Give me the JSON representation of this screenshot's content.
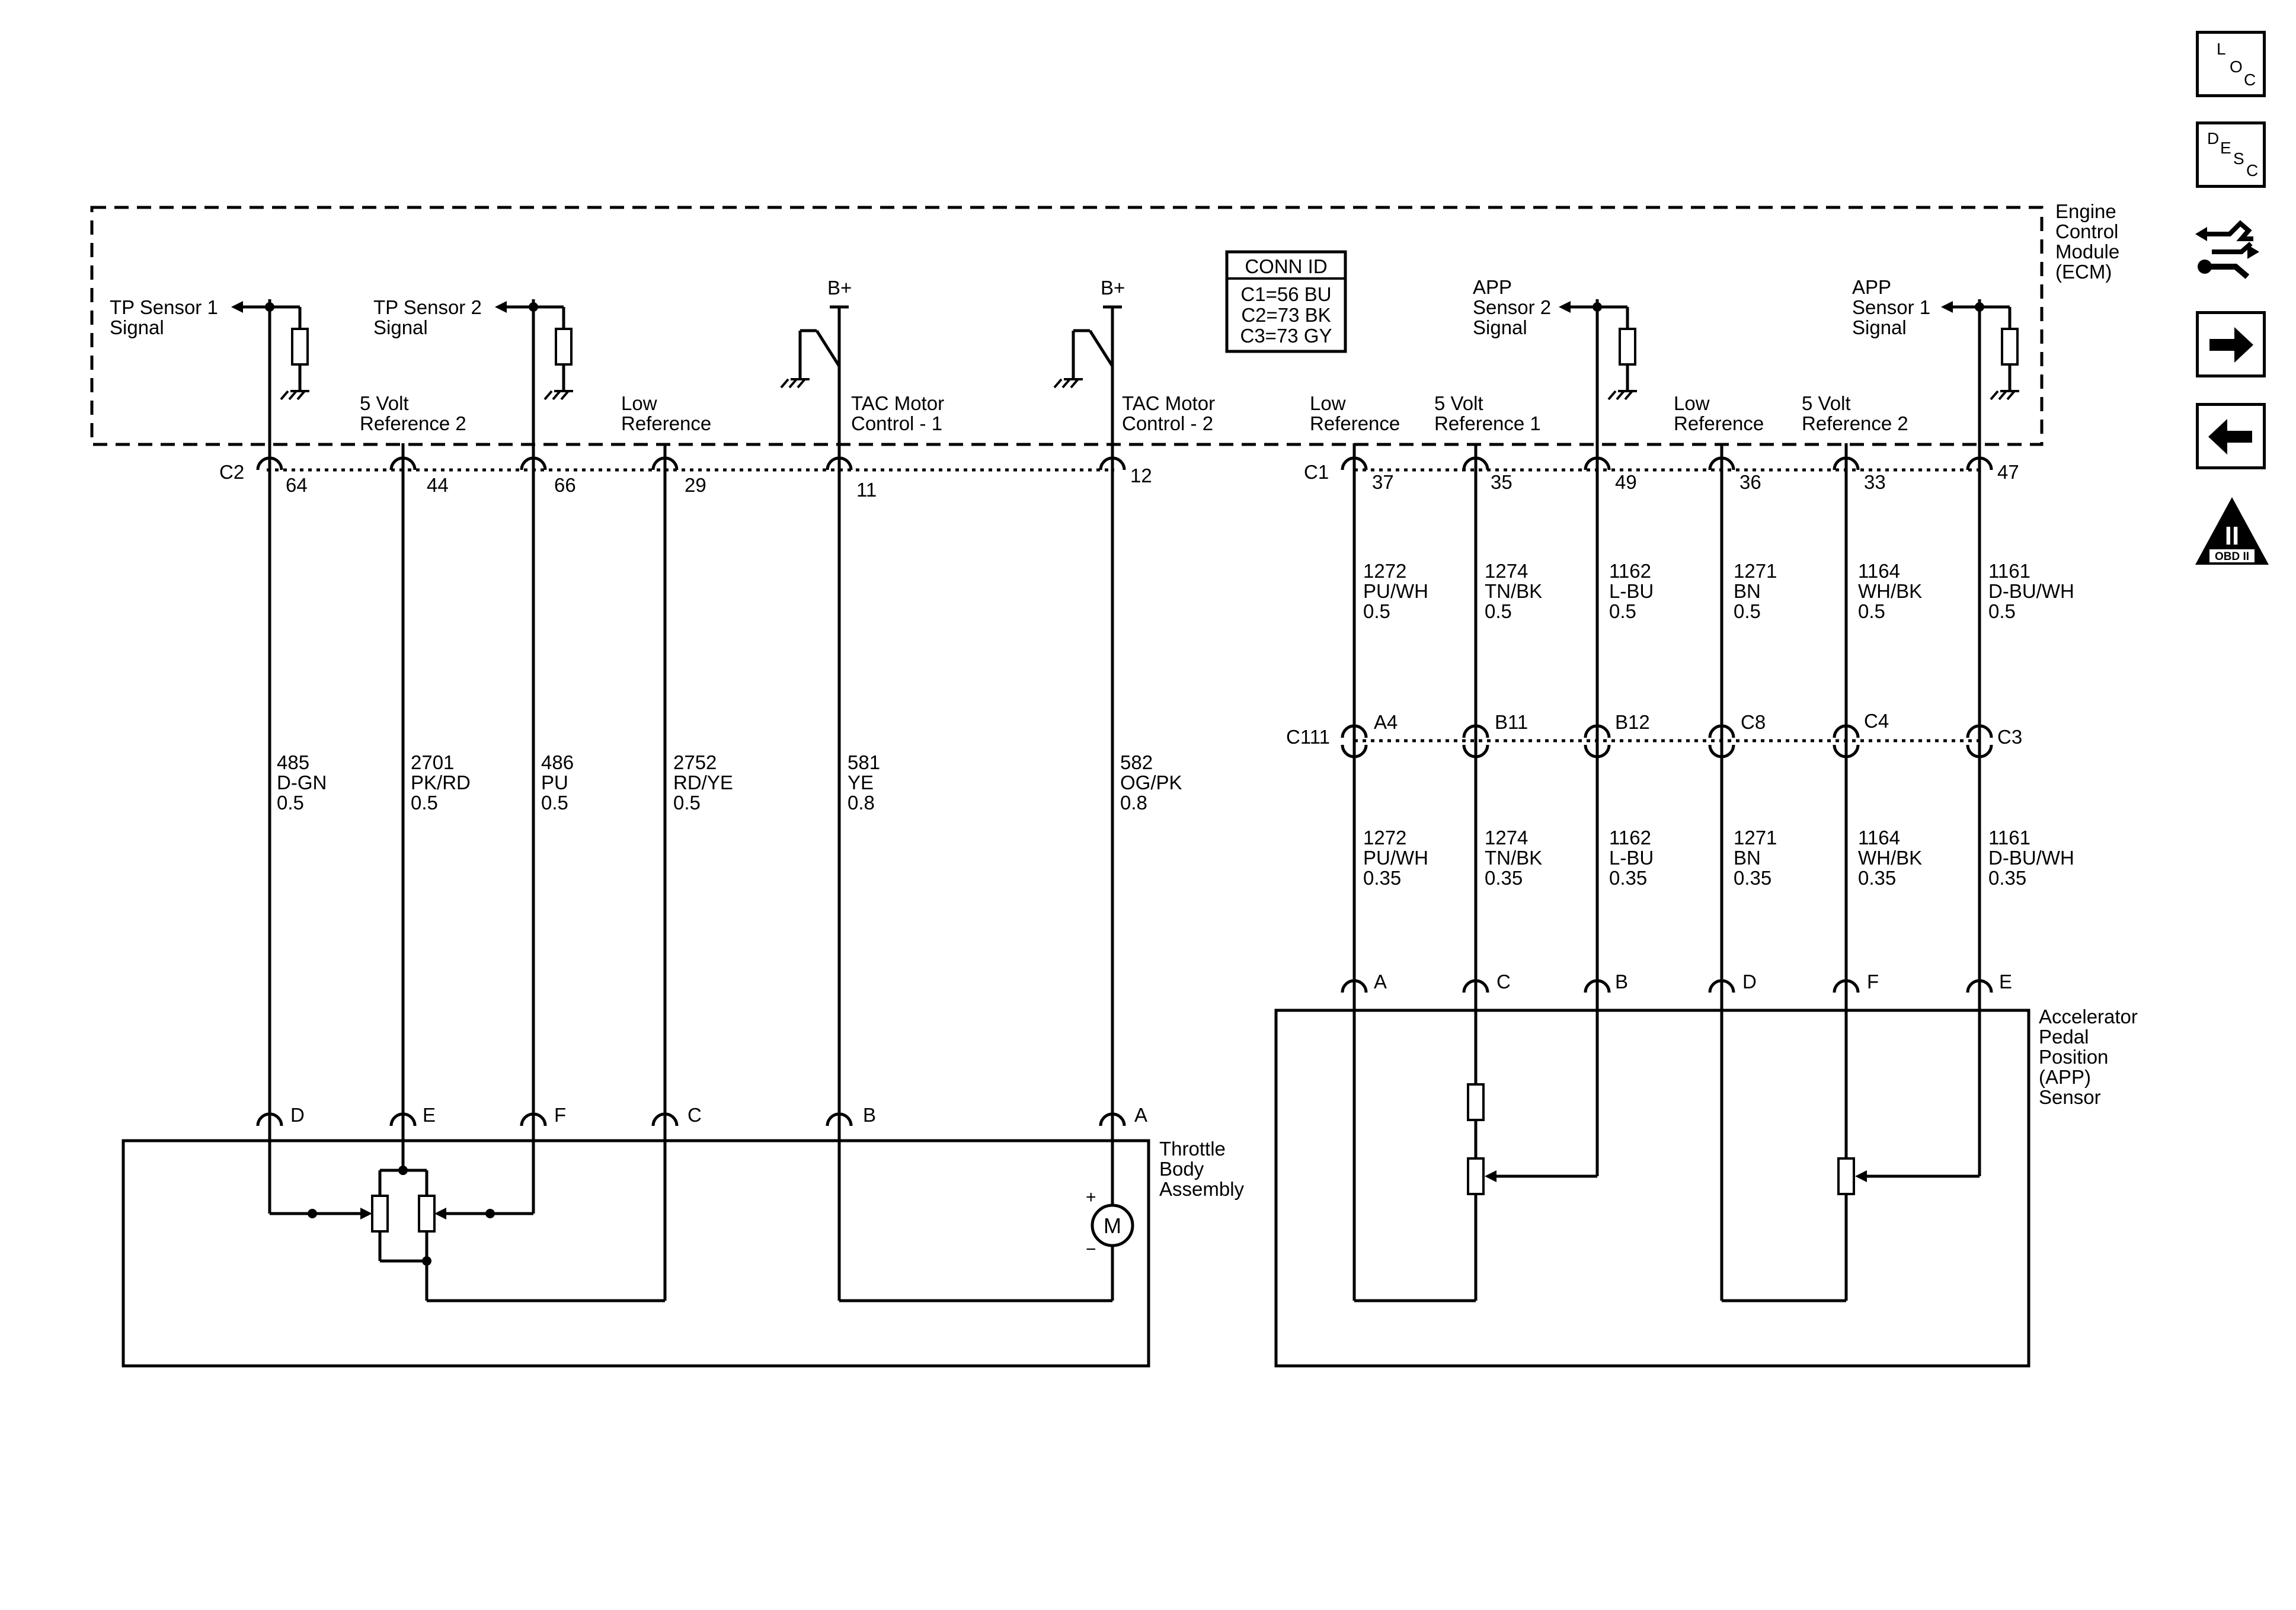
{
  "ecm": {
    "name": [
      "Engine",
      "Control",
      "Module",
      "(ECM)"
    ],
    "conn_id": {
      "title": "CONN ID",
      "lines": [
        "C1=56 BU",
        "C2=73 BK",
        "C3=73 GY"
      ]
    },
    "b_plus": "B+"
  },
  "connectors": {
    "c2": "C2",
    "c1": "C1",
    "c111": "C111"
  },
  "left_circuits": [
    {
      "func": [
        "TP Sensor 1",
        "Signal"
      ],
      "pin": "64",
      "wire": [
        "485",
        "D-GN",
        "0.5"
      ],
      "tb_pin": "D"
    },
    {
      "func": [
        "5 Volt",
        "Reference 2"
      ],
      "pin": "44",
      "wire": [
        "2701",
        "PK/RD",
        "0.5"
      ],
      "tb_pin": "E"
    },
    {
      "func": [
        "TP Sensor 2",
        "Signal"
      ],
      "pin": "66",
      "wire": [
        "486",
        "PU",
        "0.5"
      ],
      "tb_pin": "F"
    },
    {
      "func": [
        "Low",
        "Reference"
      ],
      "pin": "29",
      "wire": [
        "2752",
        "RD/YE",
        "0.5"
      ],
      "tb_pin": "C"
    },
    {
      "func": [
        "TAC Motor",
        "Control - 1"
      ],
      "pin": "11",
      "wire": [
        "581",
        "YE",
        "0.8"
      ],
      "tb_pin": "B"
    },
    {
      "func": [
        "TAC Motor",
        "Control - 2"
      ],
      "pin": "12",
      "wire": [
        "582",
        "OG/PK",
        "0.8"
      ],
      "tb_pin": "A"
    }
  ],
  "right_circuits": [
    {
      "func": [
        "Low",
        "Reference"
      ],
      "pin": "37",
      "wire_upper": [
        "1272",
        "PU/WH",
        "0.5"
      ],
      "c111_pin": "A4",
      "wire_lower": [
        "1272",
        "PU/WH",
        "0.35"
      ],
      "app_pin": "A"
    },
    {
      "func": [
        "5 Volt",
        "Reference 1"
      ],
      "pin": "35",
      "wire_upper": [
        "1274",
        "TN/BK",
        "0.5"
      ],
      "c111_pin": "B11",
      "wire_lower": [
        "1274",
        "TN/BK",
        "0.35"
      ],
      "app_pin": "C"
    },
    {
      "func": [
        "APP",
        "Sensor 2",
        "Signal"
      ],
      "pin": "49",
      "wire_upper": [
        "1162",
        "L-BU",
        "0.5"
      ],
      "c111_pin": "B12",
      "wire_lower": [
        "1162",
        "L-BU",
        "0.35"
      ],
      "app_pin": "B"
    },
    {
      "func": [
        "Low",
        "Reference"
      ],
      "pin": "36",
      "wire_upper": [
        "1271",
        "BN",
        "0.5"
      ],
      "c111_pin": "C8",
      "wire_lower": [
        "1271",
        "BN",
        "0.35"
      ],
      "app_pin": "D"
    },
    {
      "func": [
        "5 Volt",
        "Reference 2"
      ],
      "pin": "33",
      "wire_upper": [
        "1164",
        "WH/BK",
        "0.5"
      ],
      "c111_pin": "C4",
      "wire_lower": [
        "1164",
        "WH/BK",
        "0.35"
      ],
      "app_pin": "F"
    },
    {
      "func": [
        "APP",
        "Sensor 1",
        "Signal"
      ],
      "pin": "47",
      "wire_upper": [
        "1161",
        "D-BU/WH",
        "0.5"
      ],
      "c111_pin": "C3",
      "wire_lower": [
        "1161",
        "D-BU/WH",
        "0.35"
      ],
      "app_pin": "E"
    }
  ],
  "throttle_body": {
    "name": [
      "Throttle",
      "Body",
      "Assembly"
    ],
    "motor": "M",
    "plus": "+",
    "minus": "−"
  },
  "app_sensor": {
    "name": [
      "Accelerator",
      "Pedal",
      "Position",
      "(APP)",
      "Sensor"
    ]
  },
  "nav_icons": [
    {
      "name": "loc-icon",
      "letters": [
        "L",
        "O",
        "C"
      ]
    },
    {
      "name": "desc-icon",
      "letters": [
        "D",
        "E",
        "S",
        "C"
      ]
    },
    {
      "name": "connector-tool-icon"
    },
    {
      "name": "next-arrow-icon"
    },
    {
      "name": "prev-arrow-icon"
    },
    {
      "name": "obd-ii-icon",
      "numeral": "II",
      "label": "OBD II"
    }
  ]
}
